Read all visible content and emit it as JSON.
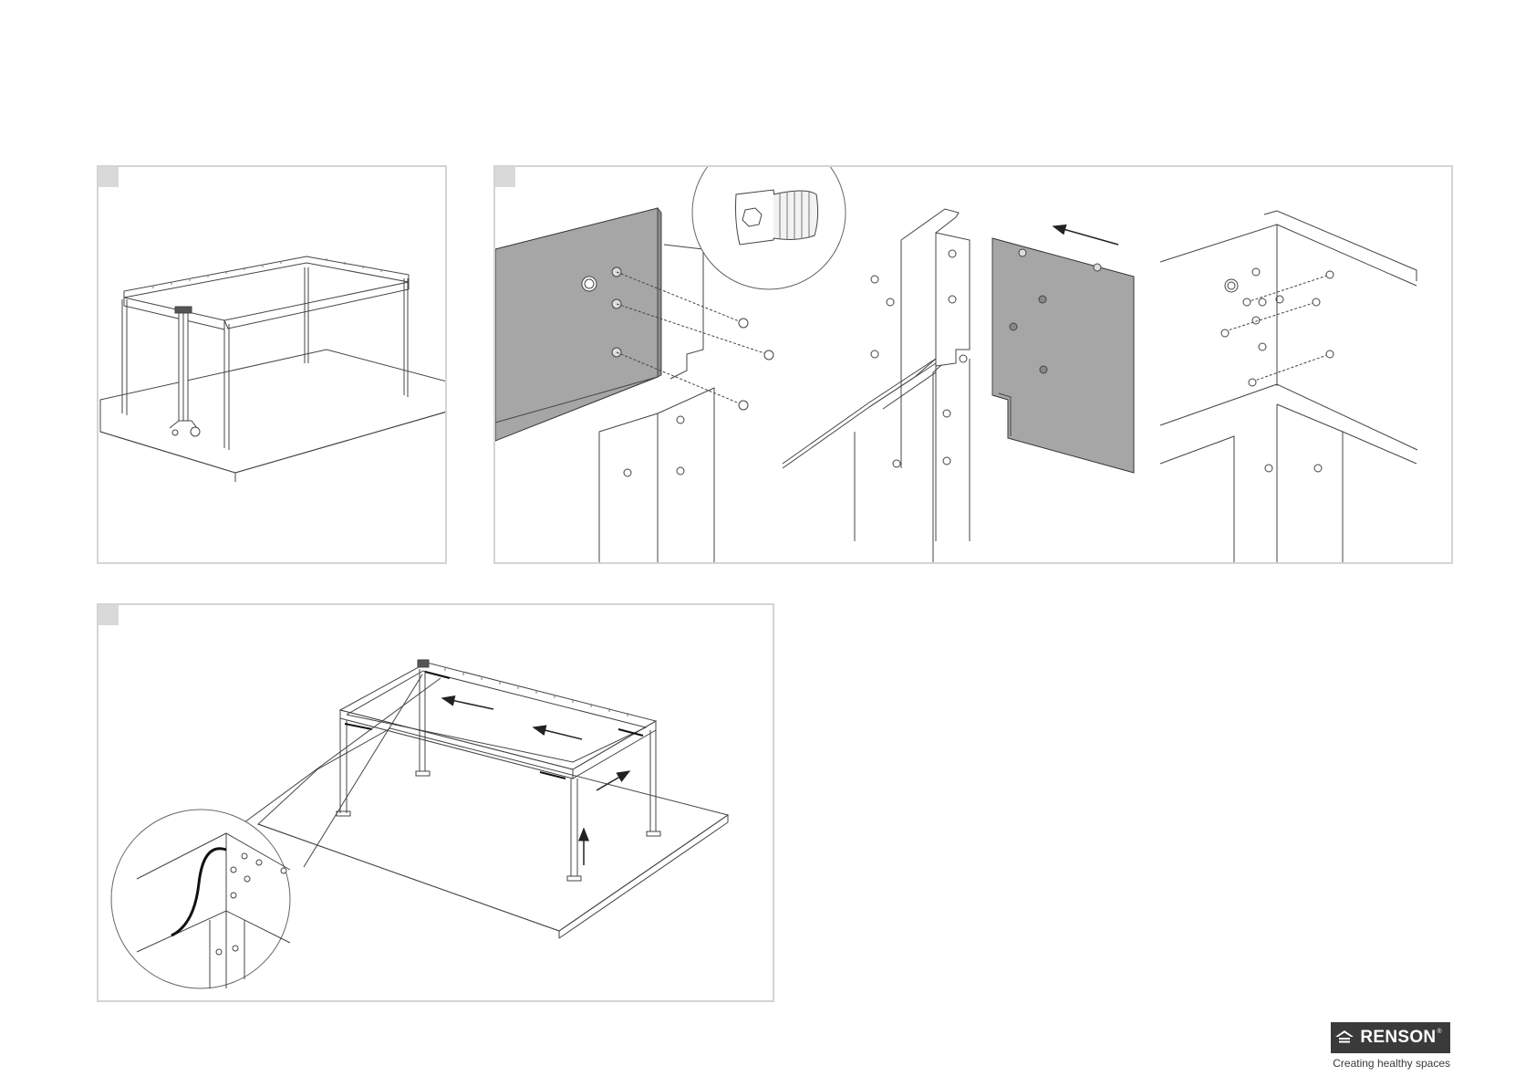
{
  "brand": {
    "name": "RENSON",
    "registered_mark": "®",
    "tagline": "Creating healthy spaces",
    "logo_color": "#3a3a3a"
  },
  "steps": [
    {
      "id": "step-1",
      "illustration": "pergola frame lifted with lifting trolley"
    },
    {
      "id": "step-2",
      "illustration": "beam-to-column bolt assembly detail with countersunk screw callout"
    },
    {
      "id": "step-3",
      "illustration": "cable routing through beams and column"
    }
  ],
  "icons": [
    "countersunk-hex-screw-icon",
    "arrow-icon"
  ],
  "colors": {
    "panel_border": "#d4d4d4",
    "step_marker": "#d9d9d9",
    "beam_fill": "#a6a6a6",
    "line": "#333333"
  }
}
